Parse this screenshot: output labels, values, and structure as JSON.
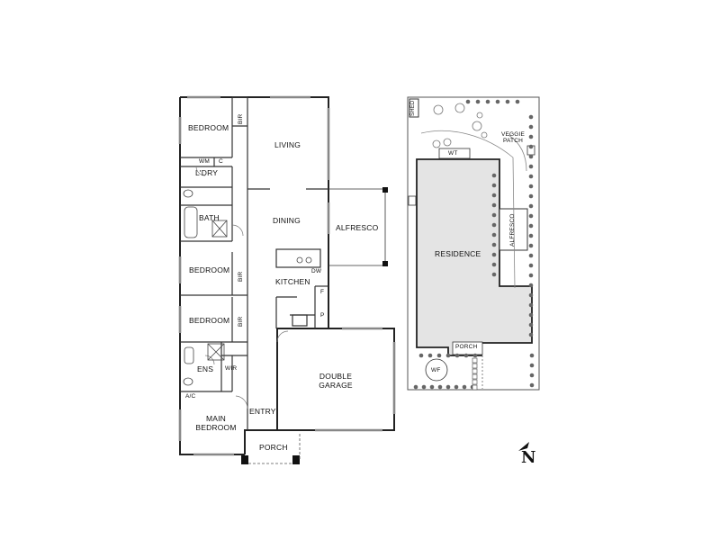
{
  "floor_plan": {
    "rooms": {
      "bedroom_1": "BEDROOM",
      "bir_1": "BIR",
      "living": "LIVING",
      "wm": "WM",
      "c": "C",
      "ldry": "L'DRY",
      "bath": "BATH",
      "dining": "DINING",
      "alfresco": "ALFRESCO",
      "bedroom_2": "BEDROOM",
      "bir_2": "BIR",
      "dw": "DW",
      "kitchen": "KITCHEN",
      "f": "F",
      "bedroom_3": "BEDROOM",
      "bir_3": "BIR",
      "p": "P",
      "ens": "ENS",
      "wir": "WIR",
      "ac": "A/C",
      "double_garage_line1": "DOUBLE",
      "double_garage_line2": "GARAGE",
      "main_bedroom_line1": "MAIN",
      "main_bedroom_line2": "BEDROOM",
      "entry": "ENTRY",
      "porch": "PORCH"
    }
  },
  "site_plan": {
    "labels": {
      "shed": "SHED",
      "veggie_line1": "VEGGIE",
      "veggie_line2": "PATCH",
      "wt": "WT",
      "residence": "RESIDENCE",
      "alfresco": "ALFRESCO",
      "porch": "PORCH",
      "wf": "WF"
    }
  },
  "compass": {
    "letter": "N"
  }
}
